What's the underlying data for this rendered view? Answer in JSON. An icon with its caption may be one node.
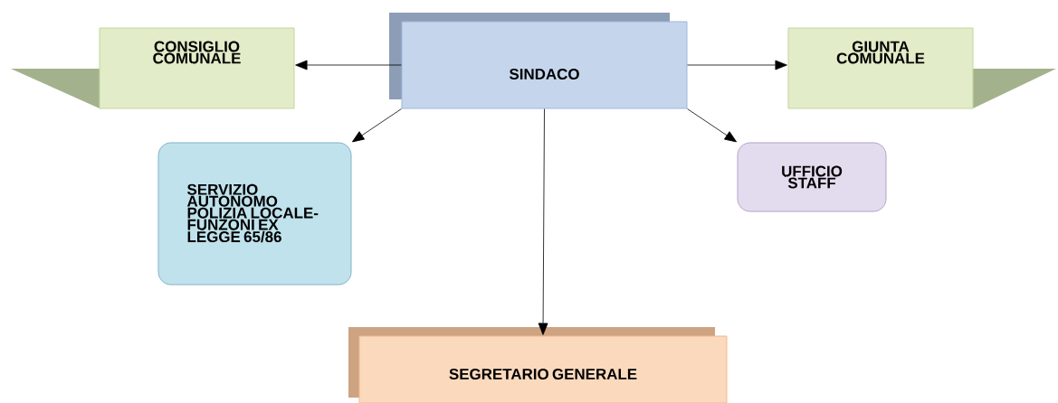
{
  "diagram": {
    "nodes": [
      {
        "text": [
          "SINDACO"
        ]
      },
      {
        "text": [
          "CONSIGLIO COMUNALE"
        ]
      },
      {
        "text": [
          "GIUNTA COMUNALE"
        ]
      },
      {
        "text": [
          "SERVIZIO AUTONOMO POLIZIA LOCALE- FUNZONI EX LEGGE 65/86"
        ]
      },
      {
        "text": [
          "UFFICIO STAFF"
        ]
      },
      {
        "text": [
          "SEGRETARIO GENERALE"
        ]
      }
    ],
    "edges": [
      {
        "from": 0,
        "to": 1,
        "arrow": "to"
      },
      {
        "from": 0,
        "to": 2,
        "arrow": "to"
      },
      {
        "from": 0,
        "to": 3,
        "arrow": "to"
      },
      {
        "from": 0,
        "to": 4,
        "arrow": "to"
      },
      {
        "from": 0,
        "to": 5,
        "arrow": "to"
      }
    ]
  }
}
